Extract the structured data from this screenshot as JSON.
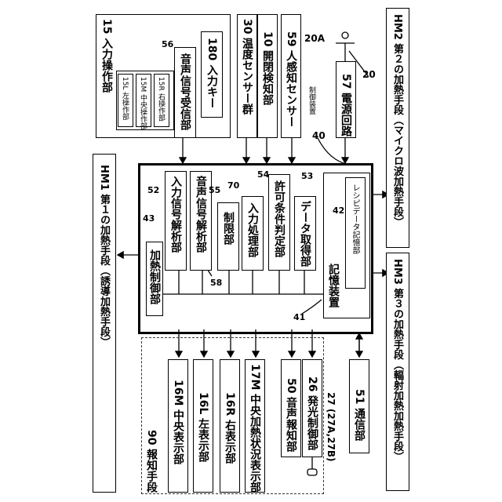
{
  "labels": {
    "input_panel": "15 入力操作部",
    "left_op": "15L 左操作部",
    "center_op": "15M 中央操作部",
    "right_op": "15R 右操作部",
    "voice_receiver": "音声信号受信部",
    "n56": "56",
    "input_key": "180 入力キー",
    "temp_sensors": "30 温度センサー群",
    "open_close": "10 開閉検知部",
    "human_sensor": "59 人感知センサー",
    "control_device_small": "制御装置",
    "power_circuit": "57 電源回路",
    "n20A": "20A",
    "n20": "20",
    "n40": "40",
    "heat_control": "加熱制御部",
    "n43": "43",
    "input_analysis": "入力信号解析部",
    "n52": "52",
    "voice_analysis": "音声信号解析部",
    "n58": "58",
    "limit": "制限部",
    "n55": "55",
    "input_proc": "入力処理部",
    "n70": "70",
    "permit": "許可条件判定部",
    "n54": "54",
    "data_acq": "データ取得部",
    "n53": "53",
    "memory": "記憶装置",
    "recipe": "レシピデータ記憶部",
    "n42": "42",
    "n41": "41",
    "notify_group": "90 報知手段",
    "disp_center": "16M 中央表示部",
    "disp_left": "16L 左表示部",
    "disp_right": "16R 右表示部",
    "disp_status": "17M 中央加熱状況表示部",
    "voice_notify": "50 音声報知部",
    "light_ctrl": "26 発光制御部",
    "n27": "27 (27A,27B)",
    "comm": "51 通信部",
    "hm1": "HM1 第１の加熱手段（誘導加熱手段）",
    "hm2": "HM2 第２の加熱手段（マイクロ波加熱手段）",
    "hm3": "HM3 第３の加熱手段（輻射加熱加熱手段）"
  }
}
